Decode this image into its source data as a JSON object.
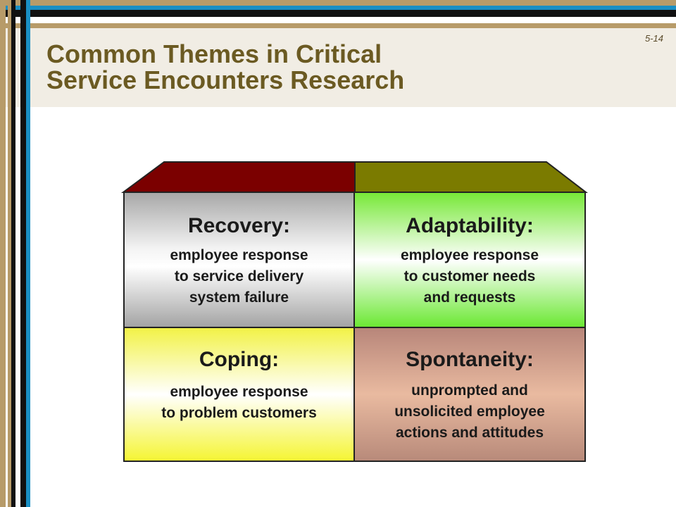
{
  "slide": {
    "number": "5-14",
    "title_line1": "Common Themes in Critical",
    "title_line2": "Service Encounters Research"
  },
  "colors": {
    "title": "#6B5A22",
    "top_left_face": "#7B0000",
    "top_right_face": "#7B7B00",
    "frame_blue": "#1A8FC4",
    "frame_tan": "#B79B69"
  },
  "quadrants": {
    "recovery": {
      "heading": "Recovery:",
      "lines": [
        "employee response",
        "to service delivery",
        "system failure"
      ]
    },
    "adaptability": {
      "heading": "Adaptability:",
      "lines": [
        "employee response",
        "to customer needs",
        "and requests"
      ]
    },
    "coping": {
      "heading": "Coping:",
      "lines": [
        "employee response",
        "to problem customers"
      ]
    },
    "spontaneity": {
      "heading": "Spontaneity:",
      "lines": [
        "unprompted and",
        "unsolicited employee",
        "actions and attitudes"
      ]
    }
  }
}
